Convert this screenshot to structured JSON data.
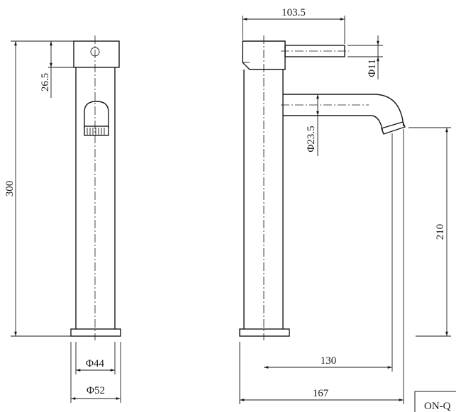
{
  "dimensions": {
    "total_height": "300",
    "top_handle_height": "26.5",
    "handle_width": "103.5",
    "lever_dia": "Φ11",
    "spout_dia": "Φ23.5",
    "spout_height": "210",
    "spout_reach": "130",
    "total_depth": "167",
    "body_dia": "Φ44",
    "base_dia": "Φ52"
  },
  "title_block": {
    "code": "ON-Q"
  }
}
